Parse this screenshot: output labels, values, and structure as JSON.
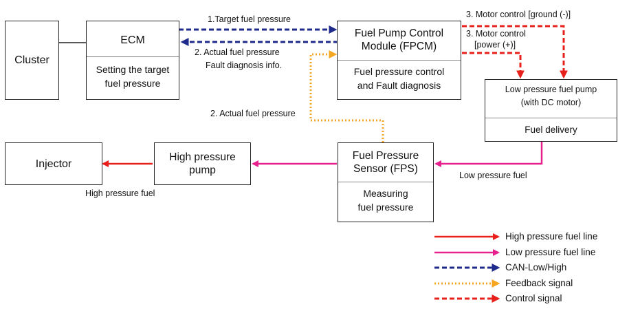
{
  "boxes": {
    "cluster": {
      "title": "Cluster"
    },
    "ecm": {
      "title": "ECM",
      "body": [
        "Setting the target",
        "fuel pressure"
      ]
    },
    "fpcm": {
      "title": [
        "Fuel Pump Control",
        "Module (FPCM)"
      ],
      "body": [
        "Fuel pressure control",
        "and Fault diagnosis"
      ]
    },
    "lp_pump": {
      "title": [
        "Low pressure fuel pump",
        "(with DC motor)"
      ],
      "body": "Fuel delivery"
    },
    "fps": {
      "title": [
        "Fuel Pressure",
        "Sensor (FPS)"
      ],
      "body": [
        "Measuring",
        "fuel pressure"
      ]
    },
    "hp_pump": {
      "title": [
        "High pressure",
        "pump"
      ]
    },
    "injector": {
      "title": "Injector"
    }
  },
  "labels": {
    "target_fuel_pressure": "1.Target fuel pressure",
    "actual_fuel_pressure_can": "2. Actual fuel pressure",
    "fault_diagnosis_info": "Fault diagnosis info.",
    "actual_fuel_pressure_feedback": "2. Actual fuel pressure",
    "motor_control_ground": "3. Motor control [ground (-)]",
    "motor_control_power_1": "3. Motor control",
    "motor_control_power_2": "[power (+)]",
    "low_pressure_fuel": "Low pressure fuel",
    "high_pressure_fuel": "High pressure fuel"
  },
  "legend": [
    {
      "label": "High pressure fuel line",
      "color": "#e8201c",
      "style": "solid"
    },
    {
      "label": "Low pressure fuel line",
      "color": "#e6208c",
      "style": "solid"
    },
    {
      "label": "CAN-Low/High",
      "color": "#1e2a8c",
      "style": "dashed"
    },
    {
      "label": "Feedback signal",
      "color": "#f5a623",
      "style": "dotted"
    },
    {
      "label": "Control signal",
      "color": "#e8201c",
      "style": "dashed"
    }
  ],
  "colors": {
    "high_pressure": "#e8201c",
    "low_pressure": "#e6208c",
    "can": "#1e2a8c",
    "feedback": "#f5a623",
    "control": "#e8201c"
  }
}
